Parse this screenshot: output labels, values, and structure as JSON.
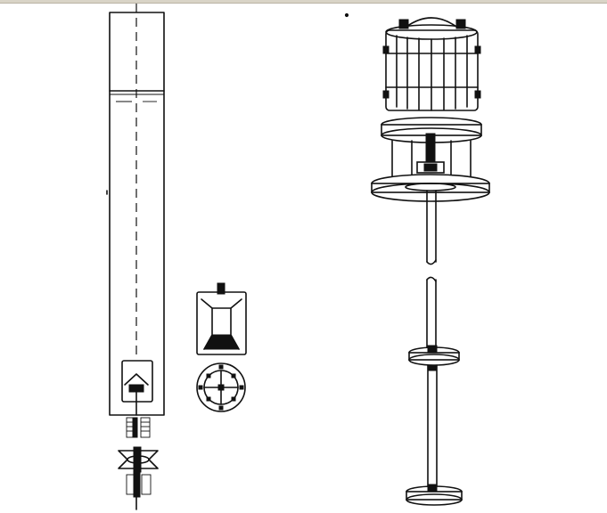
{
  "figure": {
    "parts": [
      {
        "id": "tube-assembly",
        "icon": "tube-with-impeller-icon"
      },
      {
        "id": "impeller-detail",
        "icon": "impeller-detail-icon"
      },
      {
        "id": "motor-stirrer",
        "icon": "motor-stirrer-icon"
      }
    ]
  },
  "colors": {
    "ink": "#111111",
    "background": "#ffffff",
    "window_frame": "#d9d4c7"
  }
}
